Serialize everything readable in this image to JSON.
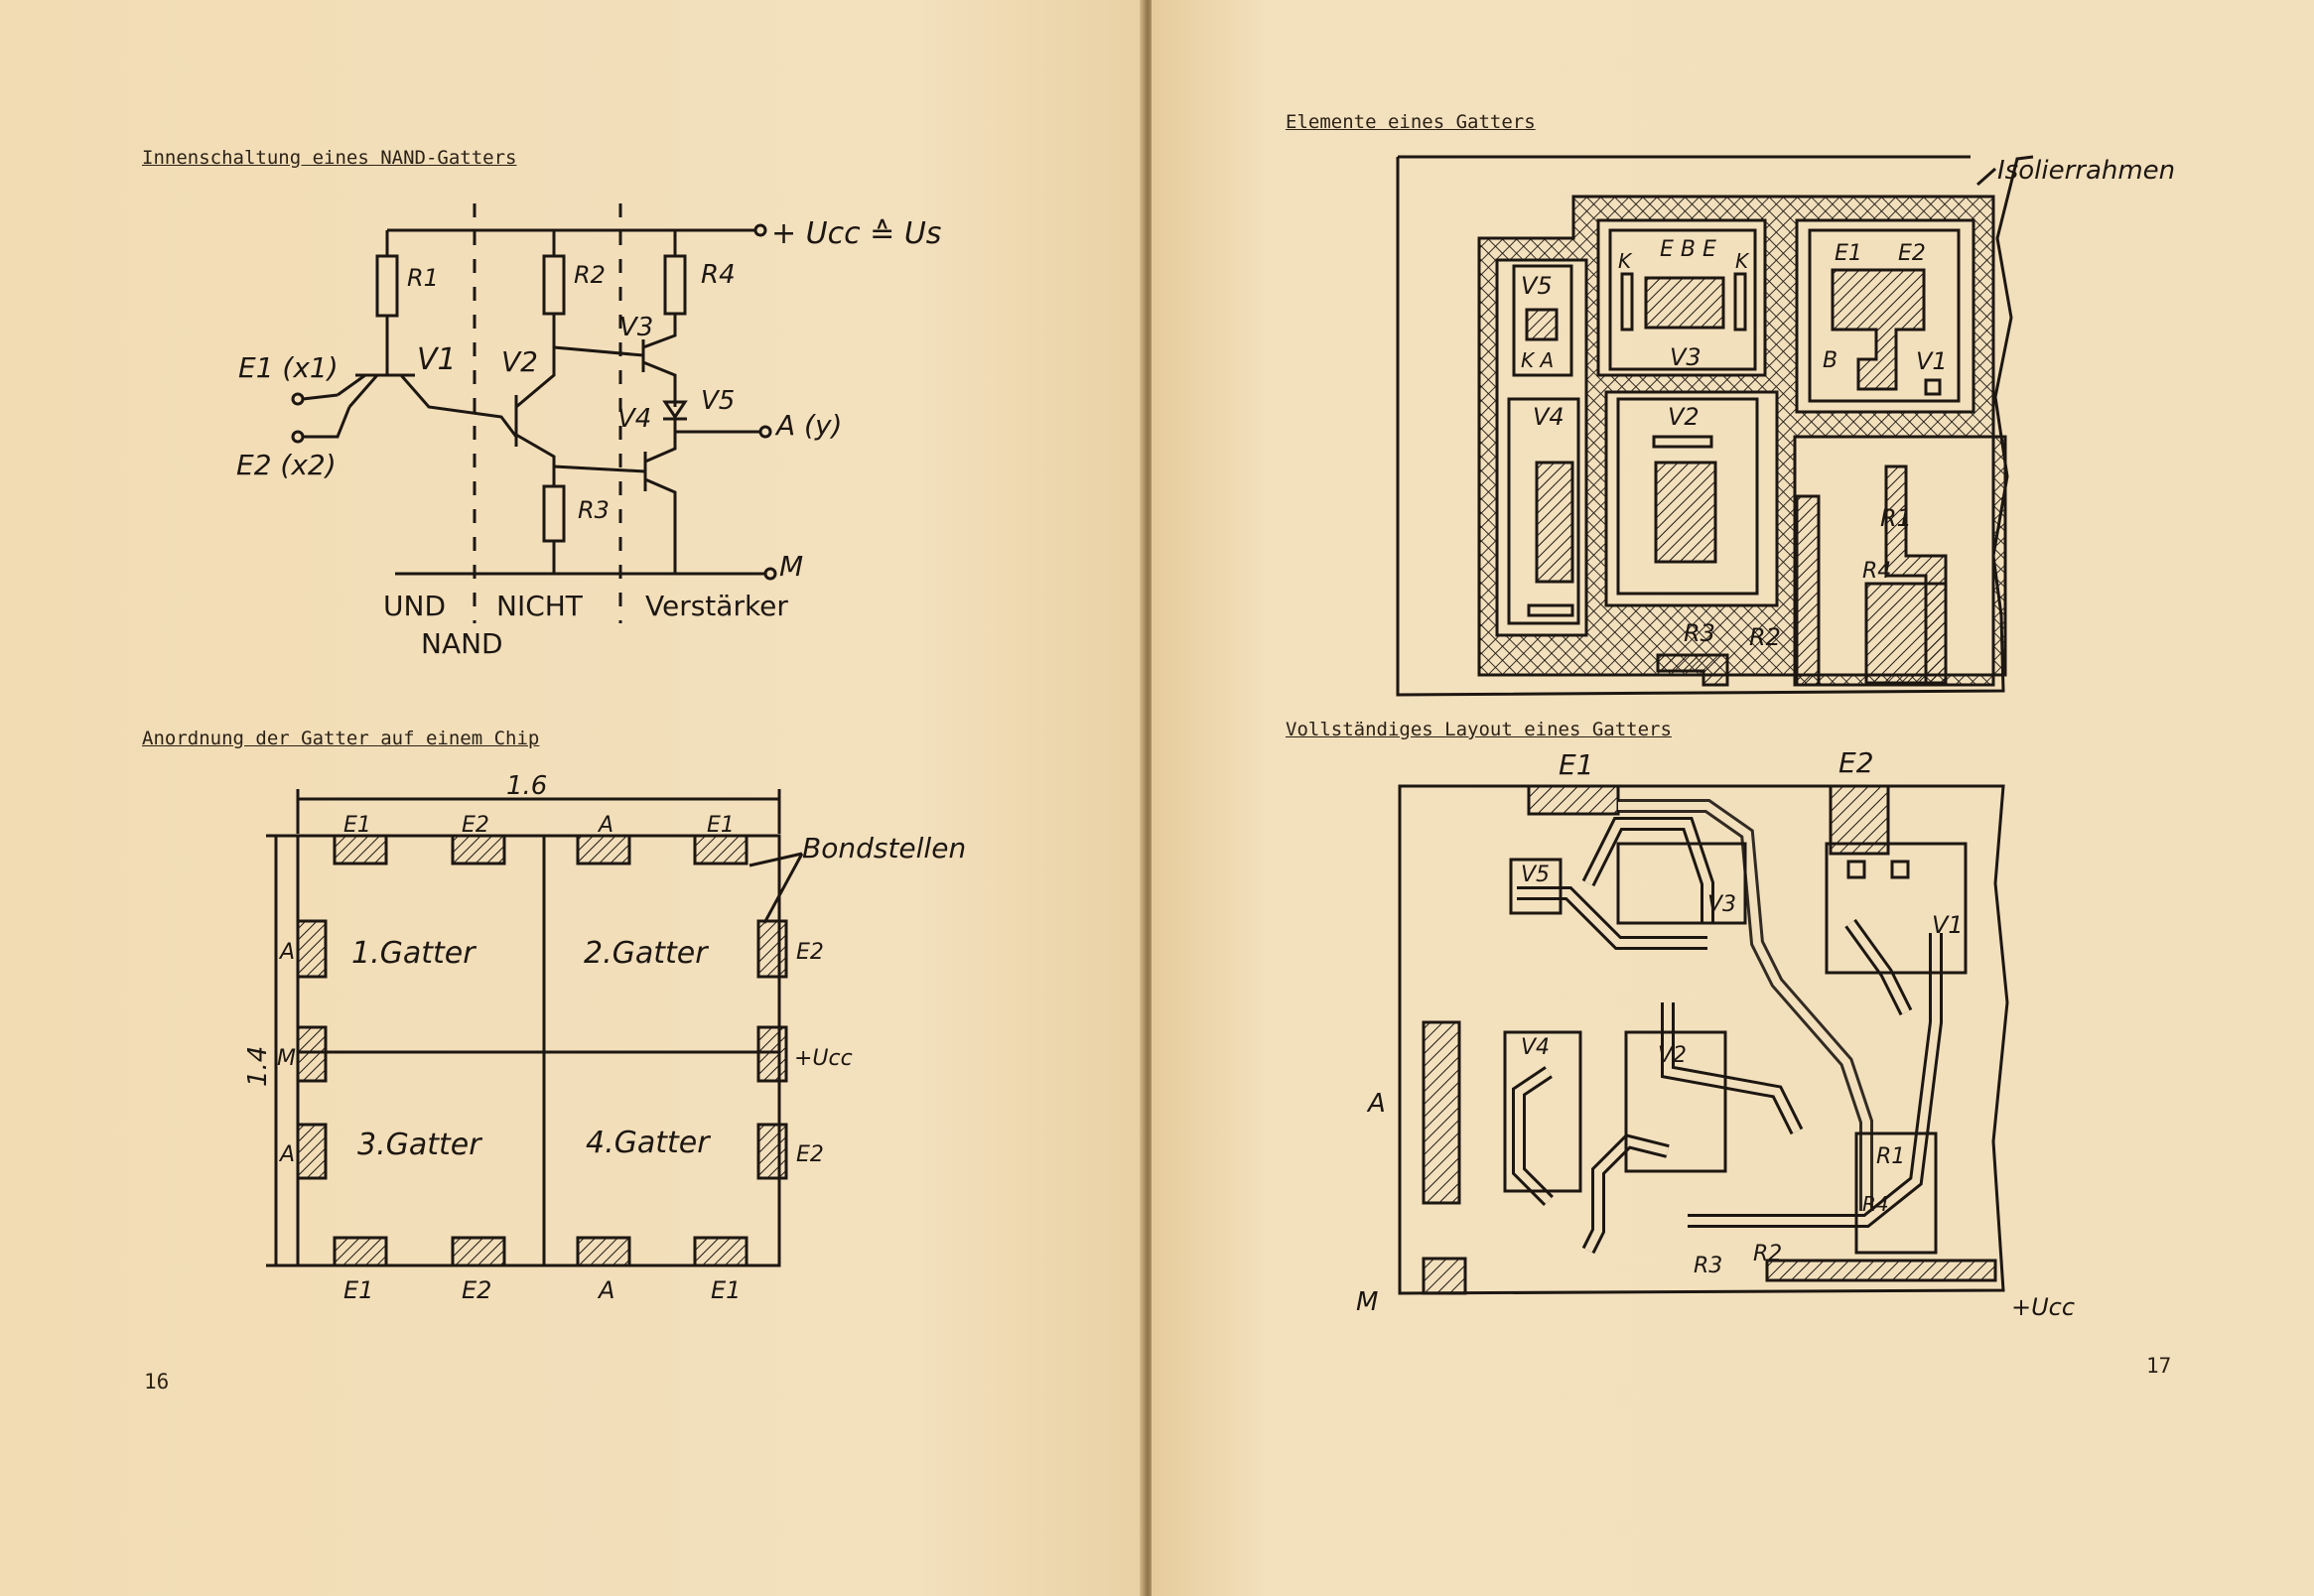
{
  "left_page": {
    "section1_title": "Innenschaltung eines NAND-Gatters",
    "circuit": {
      "supply_label": "+ Ucc ≙ Us",
      "r1": "R1",
      "r2": "R2",
      "r3": "R3",
      "r4": "R4",
      "v1": "V1",
      "v2": "V2",
      "v3": "V3",
      "v4": "V4",
      "v5": "V5",
      "e1": "E1 (x1)",
      "e2": "E2 (x2)",
      "output": "A (y)",
      "ground": "M",
      "block1": "UND",
      "block1b": "NAND",
      "block2": "NICHT",
      "block3": "Verstärker"
    },
    "section2_title": "Anordnung der Gatter auf einem Chip",
    "chip": {
      "width_label": "1.6",
      "height_label": "1.4",
      "bond_label": "Bondstellen",
      "top_pads": [
        "E1",
        "E2",
        "A",
        "E1"
      ],
      "bottom_pads": [
        "E1",
        "E2",
        "A",
        "E1"
      ],
      "left_pads": [
        "A",
        "M",
        "A"
      ],
      "right_pads": [
        "E2",
        "+Ucc",
        "E2"
      ],
      "gates": [
        "1.Gatter",
        "2.Gatter",
        "3.Gatter",
        "4.Gatter"
      ]
    },
    "page_number": "16"
  },
  "right_page": {
    "section1_title": "Elemente eines Gatters",
    "elements": {
      "frame_label": "Isolierrahmen",
      "v5": "V5",
      "ka": "K A",
      "v3": "V3",
      "ebe": "E B E",
      "k": "K",
      "e1": "E1",
      "e2": "E2",
      "b": "B",
      "v1": "V1",
      "v4": "V4",
      "v2": "V2",
      "e": "E",
      "r1": "R1",
      "r2": "R2",
      "r3": "R3",
      "r4": "R4"
    },
    "section2_title": "Vollständiges Layout eines Gatters",
    "layout": {
      "e1": "E1",
      "e2": "E2",
      "a": "A",
      "m": "M",
      "ucc": "+Ucc",
      "v5": "V5",
      "v3": "V3",
      "v1": "V1",
      "v4": "V4",
      "v2": "V2",
      "r1": "R1",
      "r4": "R4",
      "r3": "R3",
      "r2": "R2"
    },
    "page_number": "17"
  }
}
